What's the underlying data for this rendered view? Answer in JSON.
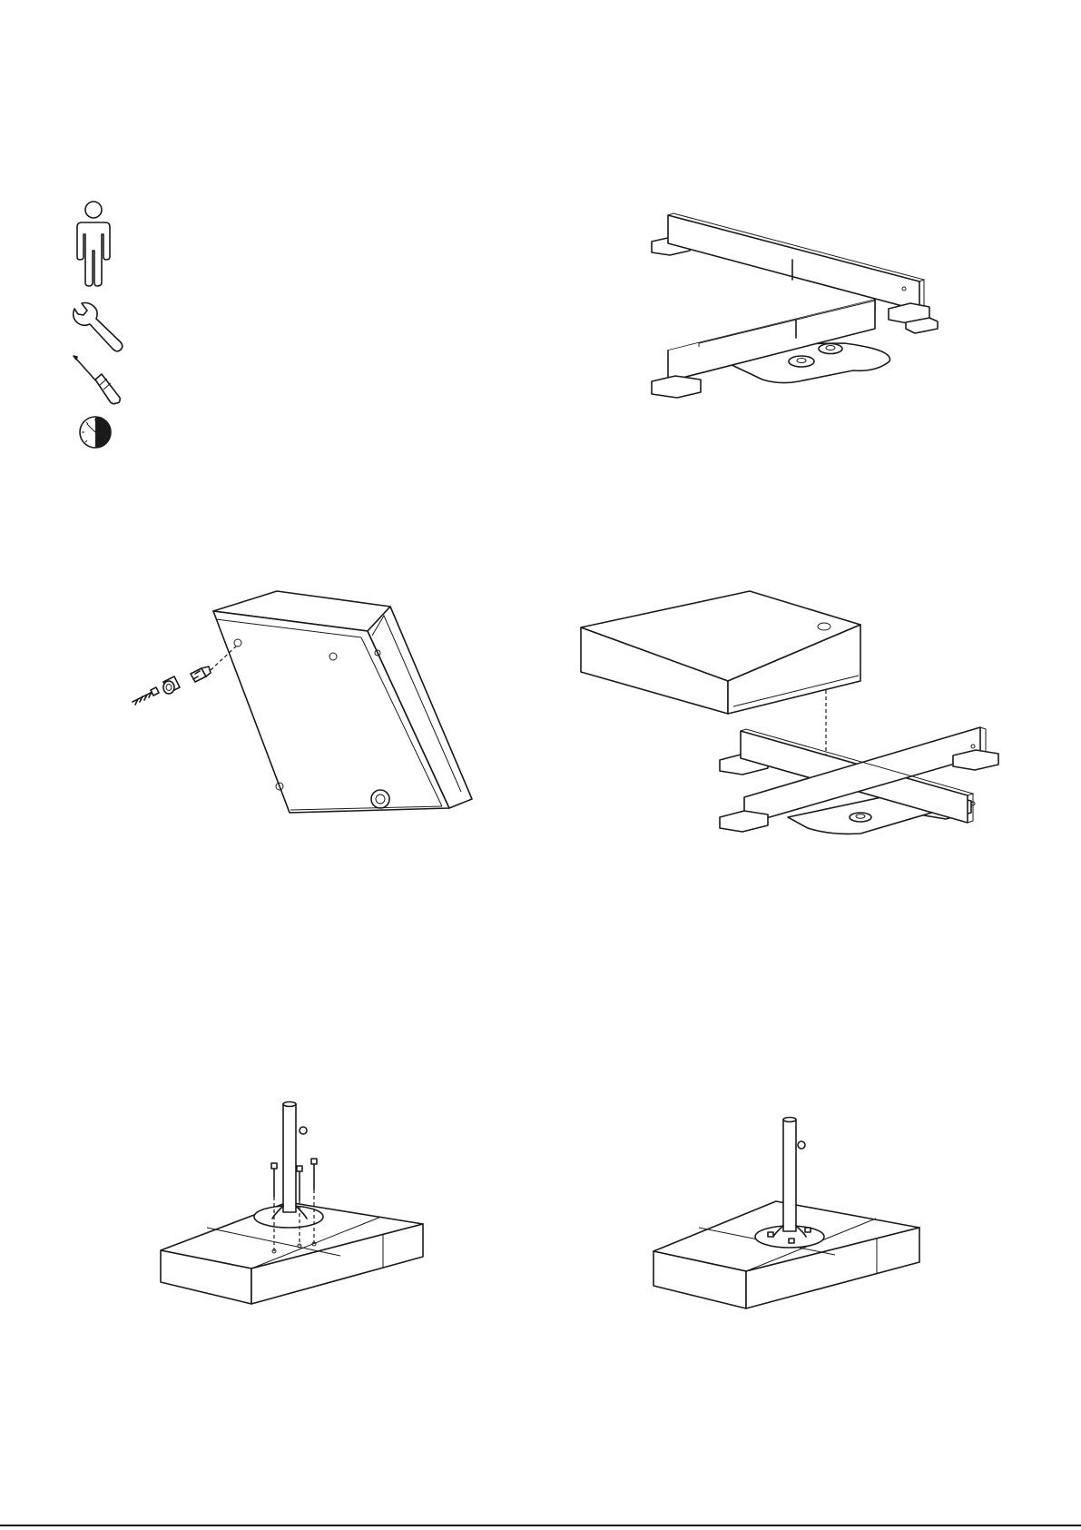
{
  "requirements": {
    "icons": [
      "one-person-icon",
      "wrench-icon",
      "screwdriver-icon",
      "half-hour-clock-icon"
    ]
  },
  "steps": [
    {
      "name": "step-base-frame-with-feet"
    },
    {
      "name": "step-weight-block-screw-handle"
    },
    {
      "name": "step-place-block-on-cross-frame"
    },
    {
      "name": "step-bolt-pole-to-blocks"
    },
    {
      "name": "step-finished-base"
    }
  ],
  "colors": {
    "ink": "#1a1a1a",
    "paper": "#ffffff"
  }
}
